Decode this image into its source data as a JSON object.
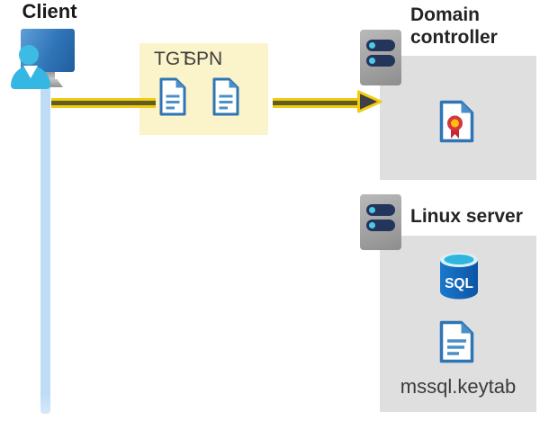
{
  "client": {
    "label": "Client"
  },
  "ticket_box": {
    "tgt": "TGT",
    "spn": "SPN"
  },
  "domain_controller": {
    "title": "Domain controller"
  },
  "linux_server": {
    "title": "Linux server",
    "sql": "SQL",
    "keytab": "mssql.keytab"
  },
  "colors": {
    "arrow_yellow": "#F2CB11",
    "arrow_core": "#5F5D25",
    "arrowhead_fill": "#3E4044",
    "ticket_box_bg": "#FBF3C9",
    "panel_bg": "#DFDFDF",
    "connector_blue": "#BEDCF6",
    "doc_blue": "#2E75B6",
    "doc_fold_blue": "#4A90C8",
    "person_cyan": "#35B7E3",
    "monitor_blue": "#3075B8",
    "server_pill_navy": "#24355B",
    "server_dot_cyan": "#4FC8E9",
    "sql_body_blue": "#1368BC",
    "sql_top_cyan": "#30B6DE",
    "cert_red": "#D6373C",
    "cert_gold": "#FFC010"
  },
  "icons": [
    "monitor-icon",
    "user-icon",
    "document-icon",
    "server-icon",
    "certificate-icon",
    "sql-database-icon",
    "arrow-right-icon"
  ]
}
